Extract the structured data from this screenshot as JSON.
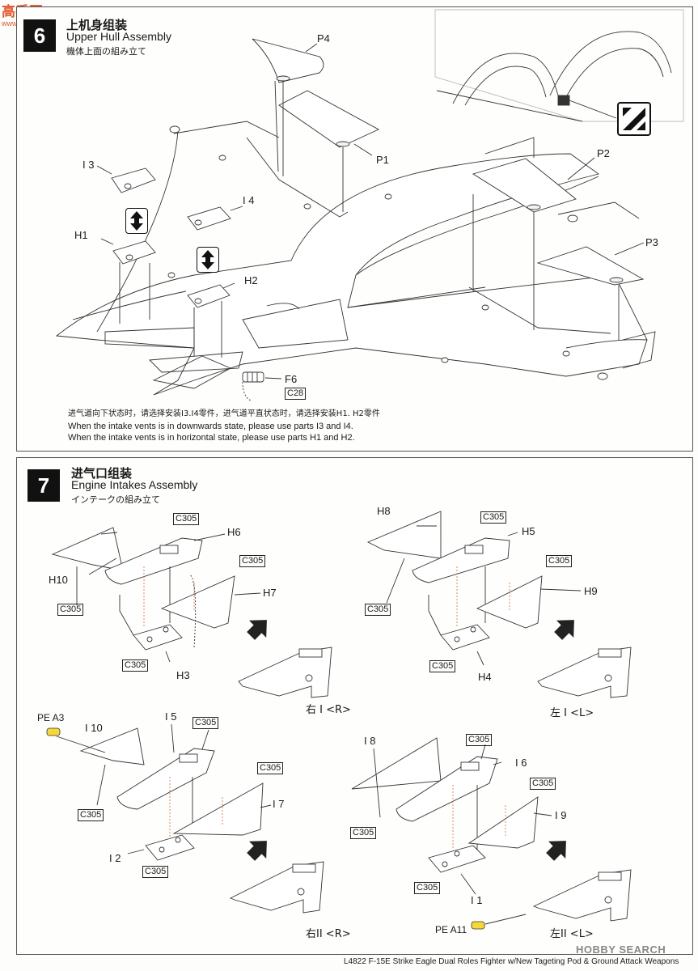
{
  "watermark": {
    "site": "高手网",
    "url": "www.dagaogao.com",
    "hobbysearch": "HOBBY SEARCH"
  },
  "step6": {
    "number": "6",
    "title_cn": "上机身组装",
    "title_en": "Upper Hull Assembly",
    "title_jp": "機体上面の組み立て",
    "parts": {
      "p4": "P4",
      "p1": "P1",
      "p2": "P2",
      "p3": "P3",
      "i3": "I 3",
      "i4": "I 4",
      "h1": "H1",
      "h2": "H2",
      "f6": "F6",
      "c28": "C28"
    },
    "note_cn": "进气道向下状态时，请选择安装I3.I4零件，进气道平直状态时，请选择安装H1. H2零件",
    "note_en_1": "When the intake vents is in downwards state, please use parts I3 and I4.",
    "note_en_2": "When the intake vents is in horizontal state, please use parts H1 and H2."
  },
  "step7": {
    "number": "7",
    "title_cn": "进气口组装",
    "title_en": "Engine Intakes Assembly",
    "title_jp": "インテークの組み立て",
    "glue": "C305",
    "parts": {
      "h3": "H3",
      "h4": "H4",
      "h5": "H5",
      "h6": "H6",
      "h7": "H7",
      "h8": "H8",
      "h9": "H9",
      "h10": "H10",
      "i1": "I 1",
      "i2": "I 2",
      "i5": "I 5",
      "i6": "I 6",
      "i7": "I 7",
      "i8": "I 8",
      "i9": "I 9",
      "i10": "I 10",
      "pe_a3": "PE A3",
      "pe_a11": "PE A11"
    },
    "captions": {
      "right_1": "右 I <R>",
      "left_1": "左 I <L>",
      "right_2": "右II <R>",
      "left_2": "左II <L>"
    }
  },
  "footer": "L4822  F-15E Strike Eagle Dual Roles Fighter w/New Tageting Pod & Ground Attack Weapons"
}
